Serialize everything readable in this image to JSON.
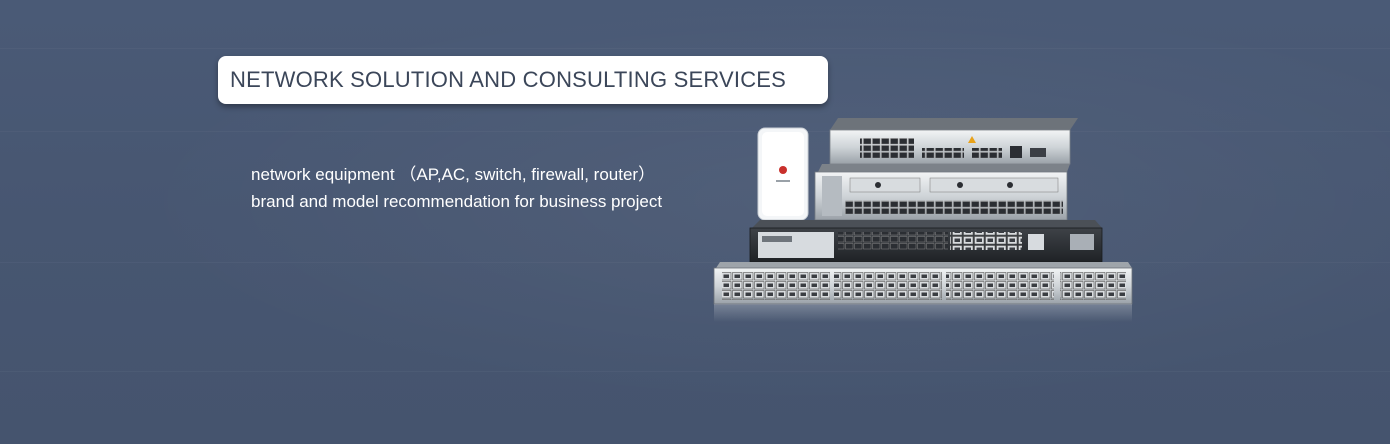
{
  "banner": {
    "title": "NETWORK SOLUTION AND CONSULTING SERVICES",
    "lines": [
      "network equipment （AP,AC, switch, firewall, router）",
      "brand and model recommendation for business project"
    ],
    "image": {
      "icon": "network-equipment-illustration",
      "depicts": [
        "access-point",
        "router",
        "access-controller",
        "firewall",
        "switch"
      ]
    },
    "colors": {
      "background": "#475671",
      "title_bg": "#ffffff",
      "title_text": "#3b4659",
      "body_text": "#ffffff"
    }
  }
}
